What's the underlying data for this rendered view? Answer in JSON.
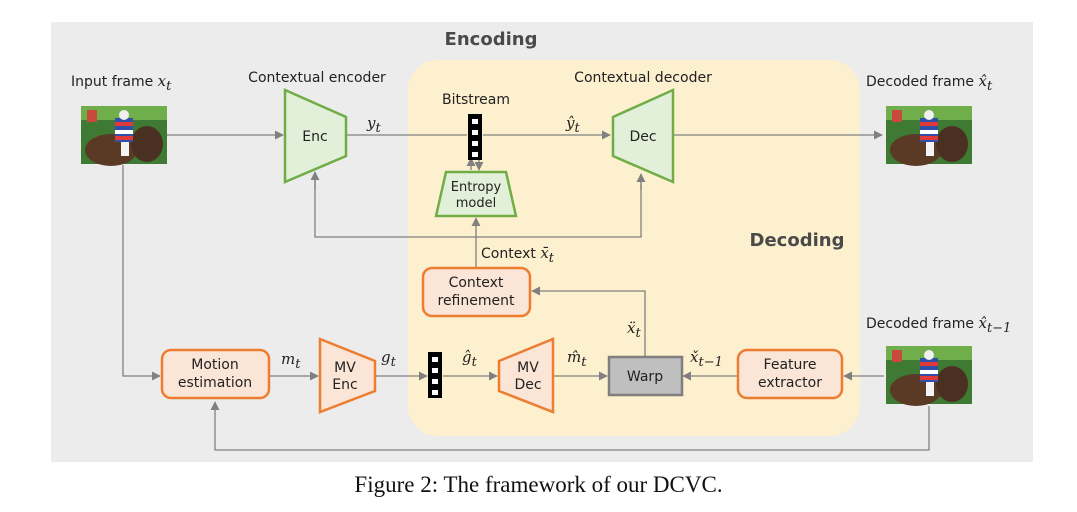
{
  "section_labels": {
    "encoding": "Encoding",
    "decoding": "Decoding"
  },
  "labels": {
    "input_frame": "Input frame",
    "contextual_encoder": "Contextual encoder",
    "contextual_decoder": "Contextual decoder",
    "decoded_frame_top": "Decoded frame",
    "decoded_frame_bottom": "Decoded frame",
    "bitstream": "Bitstream",
    "context": "Context"
  },
  "blocks": {
    "enc": "Enc",
    "dec": "Dec",
    "entropy_model": [
      "Entropy",
      "model"
    ],
    "context_refinement": [
      "Context",
      "refinement"
    ],
    "motion_estimation": [
      "Motion",
      "estimation"
    ],
    "mv_enc": [
      "MV",
      "Enc"
    ],
    "mv_dec": [
      "MV",
      "Dec"
    ],
    "warp": "Warp",
    "feature_extractor": [
      "Feature",
      "extractor"
    ]
  },
  "symbols": {
    "x_t": "x",
    "x_t_sub": "t",
    "y_t": "y",
    "y_t_sub": "t",
    "y_hat_t": "ŷ",
    "y_hat_t_sub": "t",
    "x_hat_t": "x̂",
    "x_hat_t_sub": "t",
    "x_bar_t": "x̄",
    "x_bar_t_sub": "t",
    "x_ddot_t": "ẍ",
    "x_ddot_t_sub": "t",
    "x_hat_prev": "x̂",
    "x_hat_prev_sub": "t−1",
    "x_check_prev": "x̌",
    "x_check_prev_sub": "t−1",
    "m_t": "m",
    "m_t_sub": "t",
    "g_t": "g",
    "g_t_sub": "t",
    "g_hat_t": "ĝ",
    "g_hat_t_sub": "t",
    "m_hat_t": "m̂",
    "m_hat_t_sub": "t"
  },
  "caption": "Figure 2: The framework of our DCVC.",
  "colors": {
    "panel": "#ececec",
    "decoding_region": "#fdf0cf",
    "green_stroke": "#70ad47",
    "green_fill": "#e2f0d9",
    "orange_stroke": "#ed7d31",
    "orange_fill": "#fbe5d6",
    "warp_fill": "#bfbfbf",
    "arrow": "#808080"
  },
  "icons": [
    "frame-thumbnail",
    "bitstream-icon"
  ]
}
